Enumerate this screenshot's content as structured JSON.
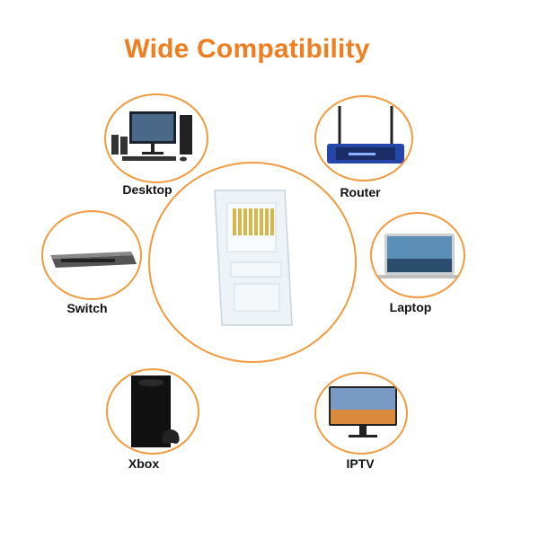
{
  "title": "Wide Compatibility",
  "accent_color": "#f07d1f",
  "center": {
    "icon": "rj45-connector-icon"
  },
  "devices": [
    {
      "label": "Desktop",
      "icon": "desktop-computer-icon"
    },
    {
      "label": "Router",
      "icon": "router-icon"
    },
    {
      "label": "Switch",
      "icon": "network-switch-icon"
    },
    {
      "label": "Laptop",
      "icon": "laptop-icon"
    },
    {
      "label": "Xbox",
      "icon": "game-console-icon"
    },
    {
      "label": "IPTV",
      "icon": "tv-monitor-icon"
    }
  ]
}
